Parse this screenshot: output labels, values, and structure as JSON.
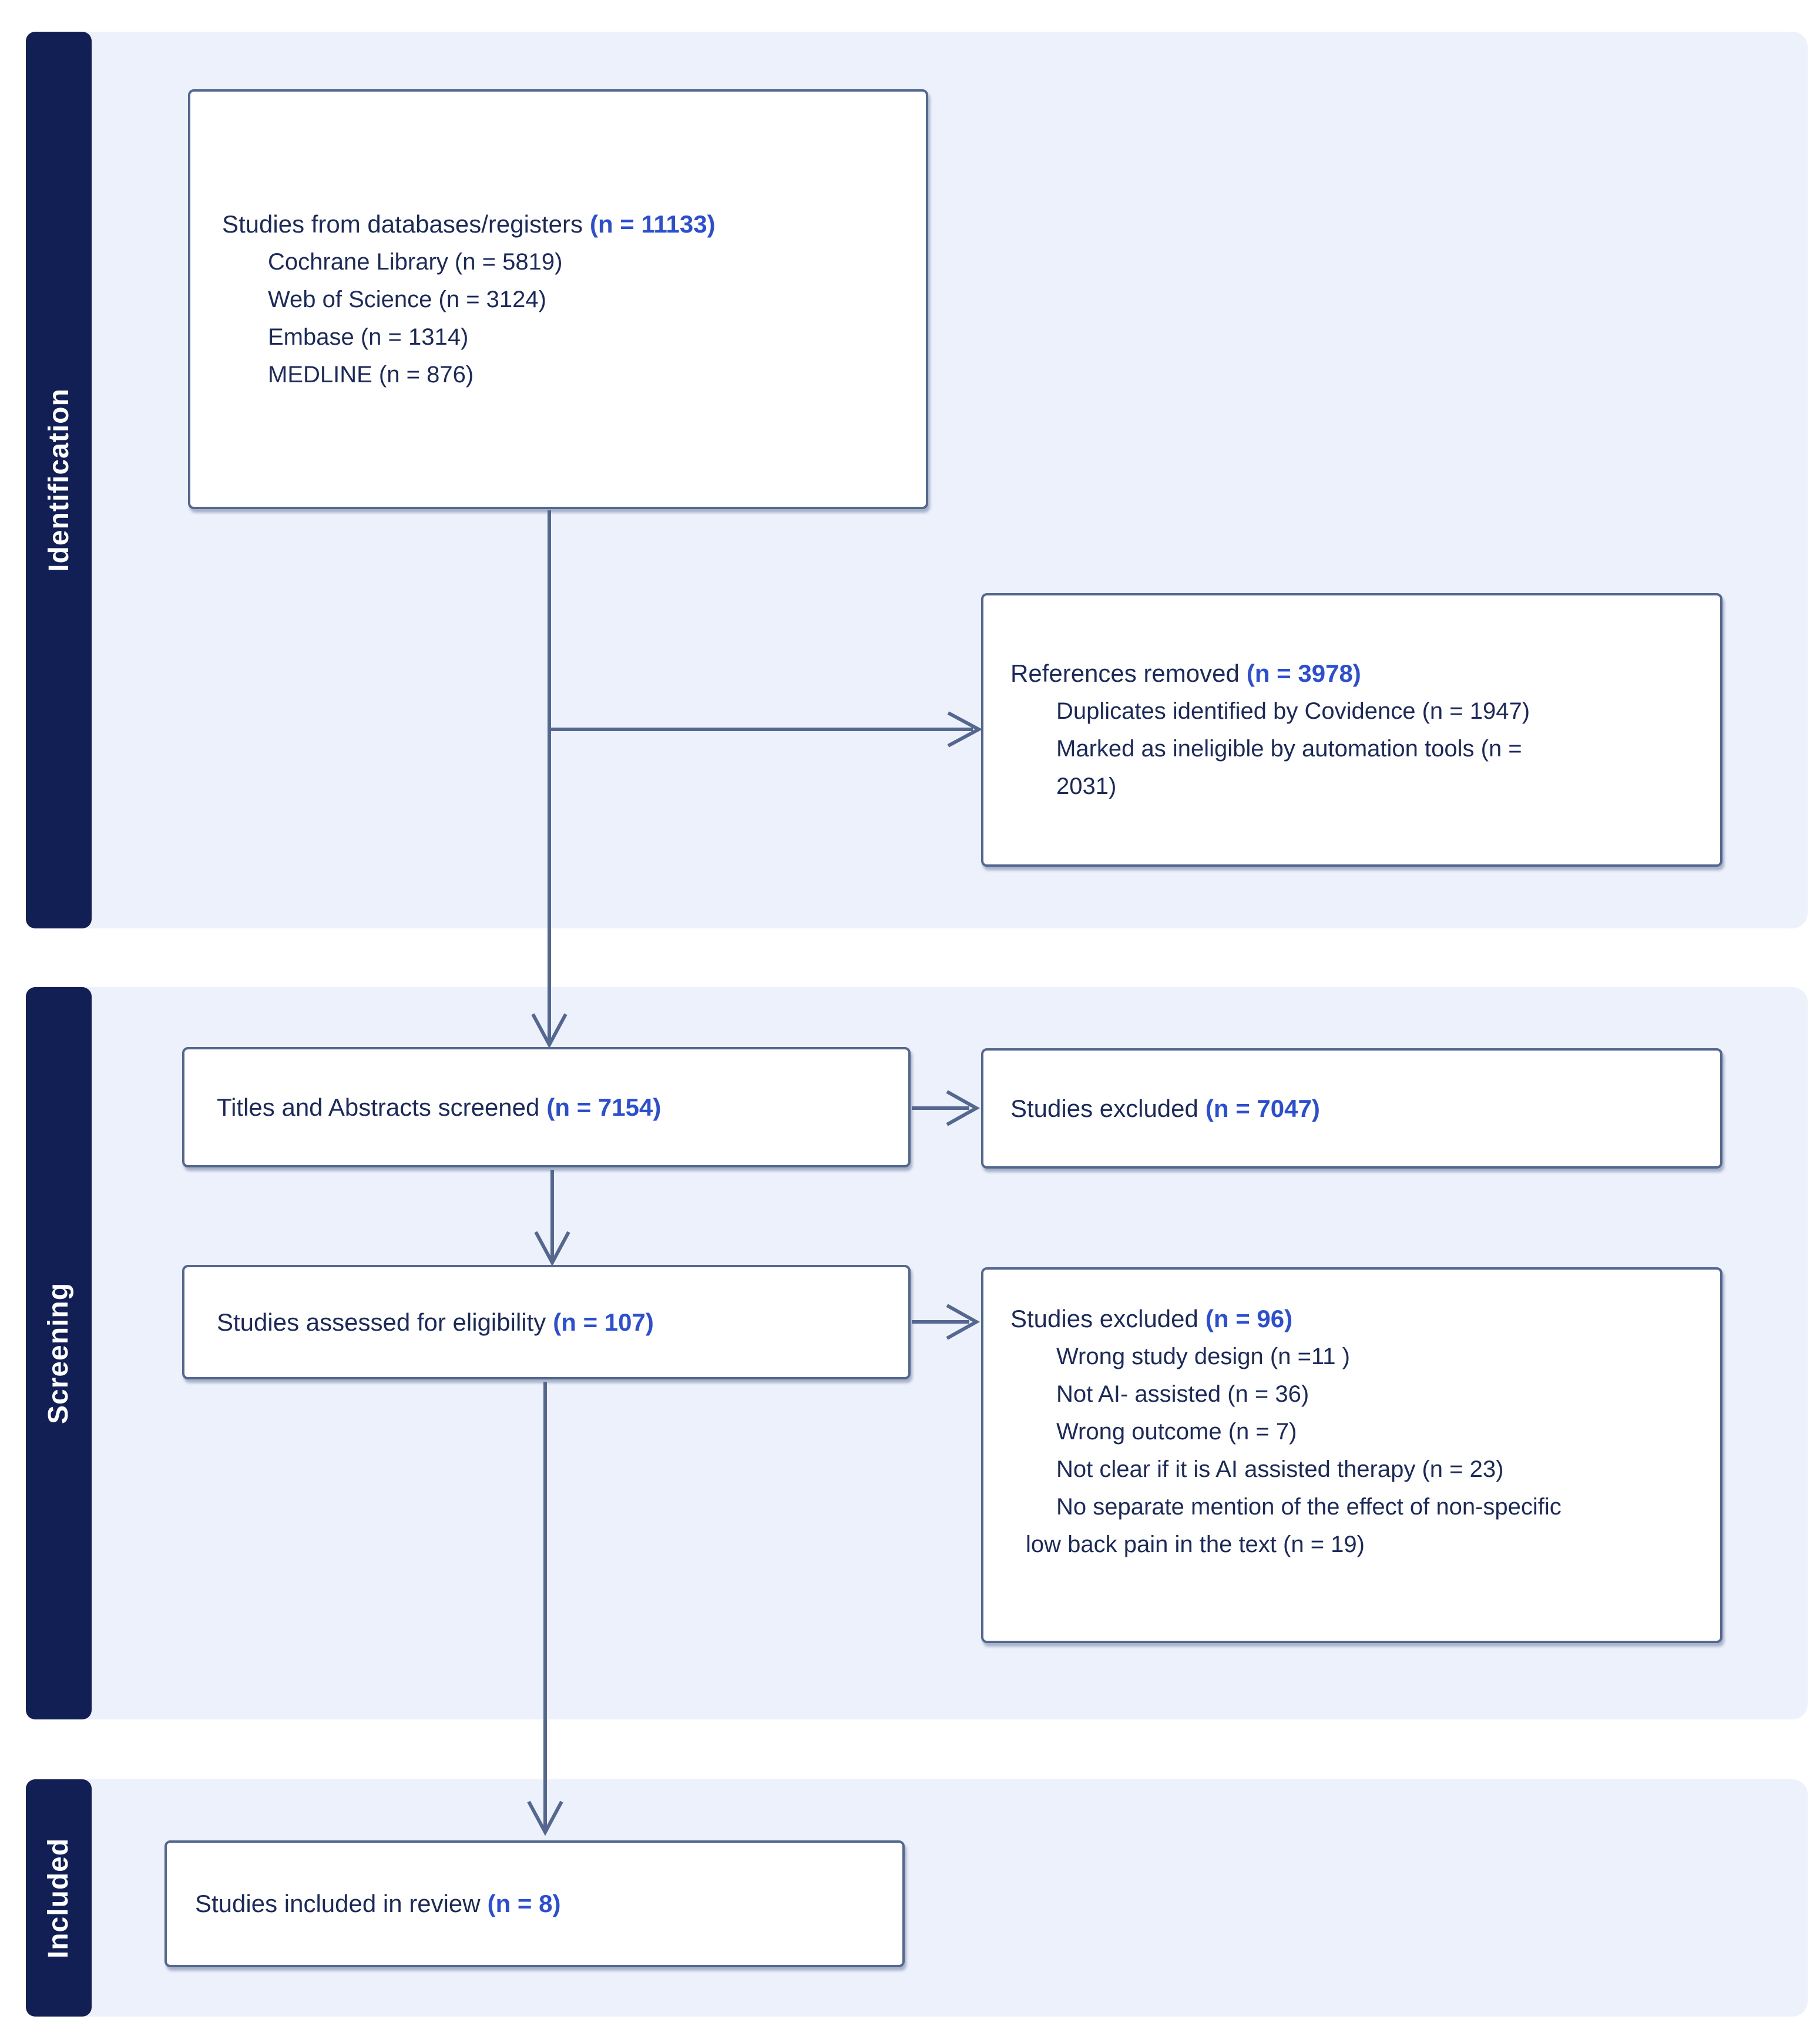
{
  "colors": {
    "panel_bg": "#EDF1FB",
    "tab_bg": "#121F55",
    "box_border": "#54678F",
    "arrow": "#54678F",
    "text_dark": "#1B2A5A",
    "accent_blue": "#2B4FD0"
  },
  "sections": {
    "identification": {
      "label": "Identification"
    },
    "screening": {
      "label": "Screening"
    },
    "included": {
      "label": "Included"
    }
  },
  "boxes": {
    "sources": {
      "title": "Studies from databases/registers",
      "count": "(n = 11133)",
      "items": [
        "Cochrane Library (n = 5819)",
        "Web of Science (n = 3124)",
        "Embase (n = 1314)",
        "MEDLINE (n = 876)"
      ]
    },
    "references_removed": {
      "title": "References removed",
      "count": "(n = 3978)",
      "items": [
        "Duplicates identified by Covidence (n = 1947)",
        "Marked as ineligible by automation tools (n =",
        "2031)"
      ]
    },
    "titles_screened": {
      "title": "Titles and Abstracts screened",
      "count": "(n = 7154)"
    },
    "excluded_screening": {
      "title": "Studies excluded",
      "count": "(n = 7047)"
    },
    "assessed": {
      "title": "Studies assessed for eligibility",
      "count": "(n = 107)"
    },
    "excluded_eligibility": {
      "title": "Studies excluded",
      "count": "(n = 96)",
      "items": [
        "Wrong study design (n =11 )",
        "Not AI- assisted (n = 36)",
        "Wrong outcome (n = 7)",
        "Not clear if it is AI assisted therapy (n = 23)",
        "No separate mention of the effect of non-specific",
        "low back pain in the text (n = 19)"
      ]
    },
    "included_review": {
      "title": "Studies included in review",
      "count": "(n = 8)"
    }
  }
}
